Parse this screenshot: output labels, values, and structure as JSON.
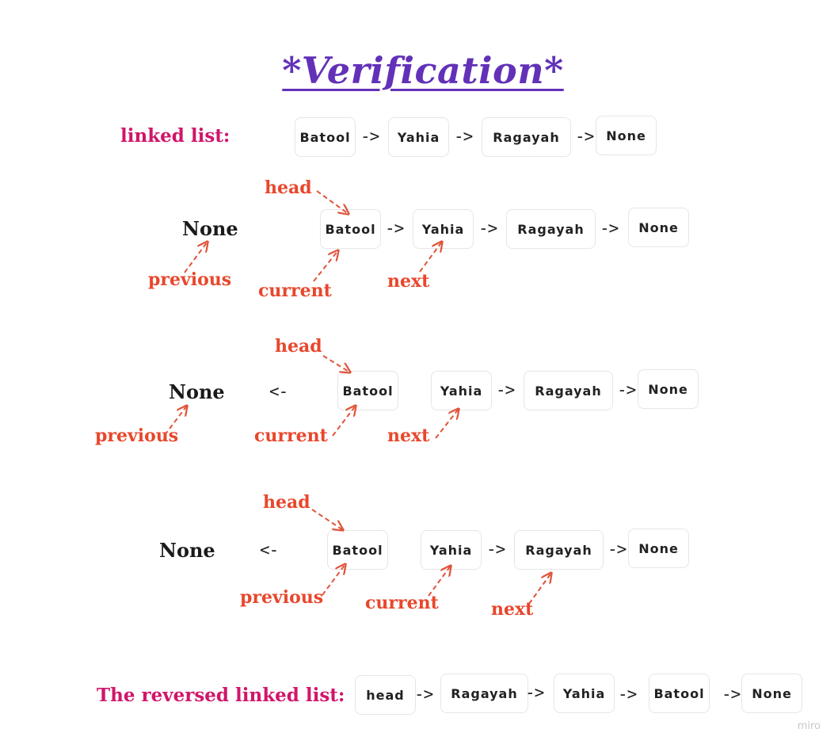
{
  "title": "*Verification*",
  "row1": {
    "label": "linked list:",
    "nodes": [
      "Batool",
      "Yahia",
      "Ragayah",
      "None"
    ],
    "arrows": [
      "->",
      "->",
      "->"
    ]
  },
  "step1": {
    "none_label": "None",
    "nodes": [
      "Batool",
      "Yahia",
      "Ragayah",
      "None"
    ],
    "arrows": [
      "->",
      "->",
      "->"
    ],
    "pointers": {
      "head": "head",
      "previous": "previous",
      "current": "current",
      "next": "next"
    }
  },
  "step2": {
    "none_label": "None",
    "back_arrow": "<-",
    "nodes": [
      "Batool",
      "Yahia",
      "Ragayah",
      "None"
    ],
    "arrows": [
      "->",
      "->"
    ],
    "pointers": {
      "head": "head",
      "previous": "previous",
      "current": "current",
      "next": "next"
    }
  },
  "step3": {
    "none_label": "None",
    "back_arrow": "<-",
    "nodes": [
      "Batool",
      "Yahia",
      "Ragayah",
      "None"
    ],
    "arrows": [
      "->",
      "->"
    ],
    "pointers": {
      "head": "head",
      "previous": "previous",
      "current": "current",
      "next": "next"
    }
  },
  "reversed": {
    "label": "The reversed linked list:",
    "nodes": [
      "head",
      "Ragayah",
      "Yahia",
      "Batool",
      "None"
    ],
    "arrows": [
      "->",
      "->",
      "->",
      "->"
    ]
  },
  "watermark": "miro",
  "colors": {
    "title": "#6231b8",
    "section_label": "#d0166a",
    "pointer_label": "#e8472c",
    "pointer_arrow": "#e0543a",
    "node_border": "#e6e6e6",
    "text": "#222222"
  }
}
